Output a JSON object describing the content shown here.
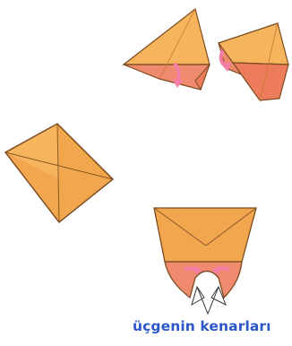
{
  "caption": "üçgenin kenarları",
  "colors": {
    "paper_orange": "#f2a64e",
    "paper_light": "#f6b45c",
    "paper_pink": "#f08a6e",
    "paper_inner": "#ec7c5c",
    "outline": "#7a4a20",
    "arrow_pink": "#f47ea6",
    "caption_blue": "#2b57c9"
  },
  "figures": [
    {
      "name": "folded-pyramid-left",
      "kind": "folded-triangle"
    },
    {
      "name": "folded-pyramid-right",
      "kind": "folded-triangle"
    },
    {
      "name": "square-paper",
      "kind": "square-with-diagonals"
    },
    {
      "name": "folded-pocket",
      "kind": "folded-pocket"
    }
  ],
  "icons": [
    "pink-fold-arrow-icon",
    "white-open-arrow-icon"
  ]
}
